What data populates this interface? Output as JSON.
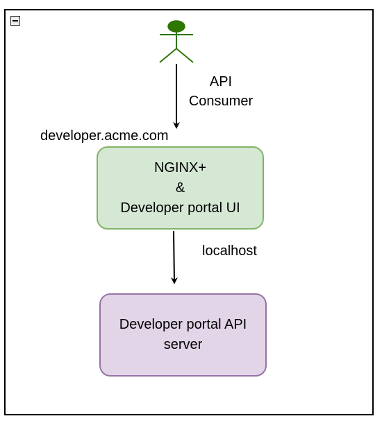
{
  "diagram": {
    "collapse_toggle_icon": "minus-icon",
    "actor": {
      "icon": "stick-figure-icon",
      "color": "#2d7600",
      "label_lines": [
        "API",
        "Consumer"
      ]
    },
    "edge_labels": {
      "host": "developer.acme.com",
      "local": "localhost"
    },
    "nodes": {
      "ui": {
        "lines": [
          "NGINX+",
          "&",
          "Developer portal UI"
        ],
        "fill": "#d5e8d4",
        "stroke": "#82b366"
      },
      "api": {
        "lines": [
          "Developer portal API",
          "server"
        ],
        "fill": "#e1d5e7",
        "stroke": "#9673a6"
      }
    }
  }
}
